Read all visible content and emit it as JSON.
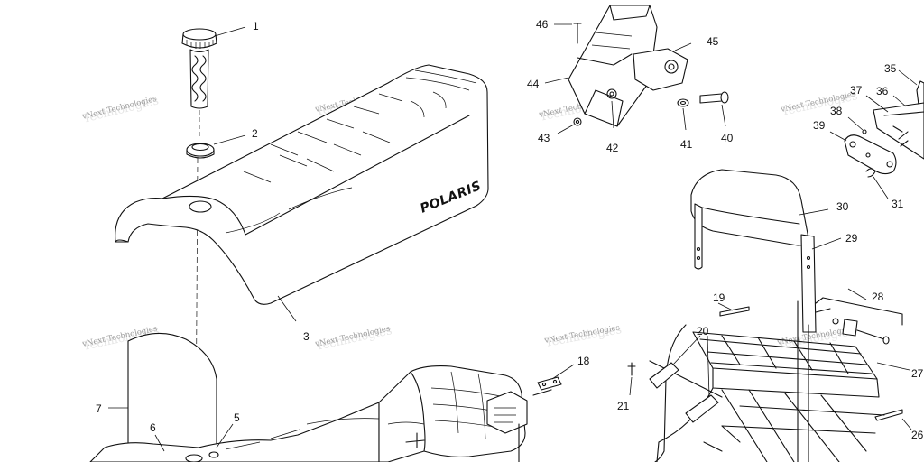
{
  "watermark": {
    "text": "vNext Technologies",
    "ghost_text": "Technologies"
  },
  "seat": {
    "brand_logo": "POLARIS"
  },
  "labels": [
    {
      "id": "1",
      "text": "1"
    },
    {
      "id": "2",
      "text": "2"
    },
    {
      "id": "3",
      "text": "3"
    },
    {
      "id": "5",
      "text": "5"
    },
    {
      "id": "6",
      "text": "6"
    },
    {
      "id": "7",
      "text": "7"
    },
    {
      "id": "18",
      "text": "18"
    },
    {
      "id": "19",
      "text": "19"
    },
    {
      "id": "20",
      "text": "20"
    },
    {
      "id": "21",
      "text": "21"
    },
    {
      "id": "26",
      "text": "26"
    },
    {
      "id": "27",
      "text": "27"
    },
    {
      "id": "28",
      "text": "28"
    },
    {
      "id": "29",
      "text": "29"
    },
    {
      "id": "30",
      "text": "30"
    },
    {
      "id": "31",
      "text": "31"
    },
    {
      "id": "35",
      "text": "35"
    },
    {
      "id": "36",
      "text": "36"
    },
    {
      "id": "37",
      "text": "37"
    },
    {
      "id": "38",
      "text": "38"
    },
    {
      "id": "39",
      "text": "39"
    },
    {
      "id": "40",
      "text": "40"
    },
    {
      "id": "41",
      "text": "41"
    },
    {
      "id": "42",
      "text": "42"
    },
    {
      "id": "43",
      "text": "43"
    },
    {
      "id": "44",
      "text": "44"
    },
    {
      "id": "45",
      "text": "45"
    },
    {
      "id": "46",
      "text": "46"
    }
  ]
}
